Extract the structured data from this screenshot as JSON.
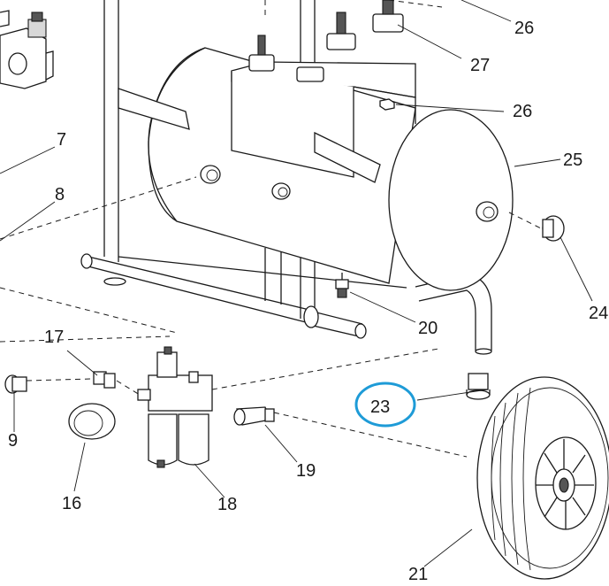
{
  "callouts": {
    "c7": "7",
    "c8": "8",
    "c9": "9",
    "c16": "16",
    "c17": "17",
    "c18": "18",
    "c19": "19",
    "c20": "20",
    "c21": "21",
    "c23": "23",
    "c24": "24",
    "c25": "25",
    "c26a": "26",
    "c26b": "26",
    "c27": "27"
  },
  "highlight": {
    "target": "23",
    "color": "#1e9bd7"
  },
  "colors": {
    "line": "#1a1a1a",
    "background": "#ffffff"
  }
}
